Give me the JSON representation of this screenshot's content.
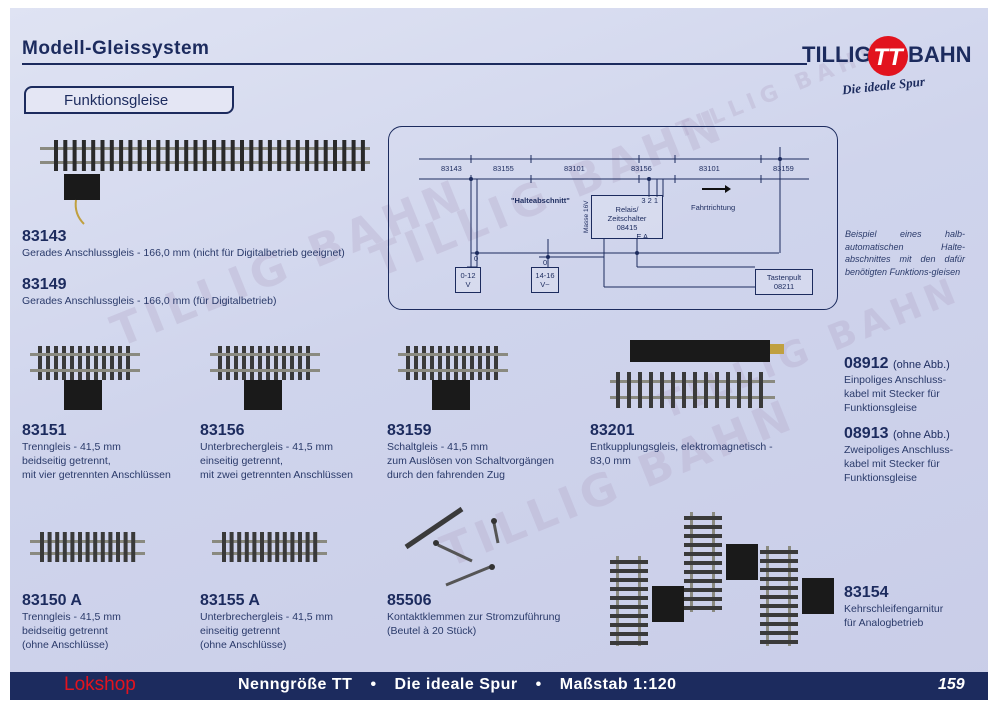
{
  "header": {
    "title": "Modell-Gleissystem",
    "section": "Funktionsgleise"
  },
  "logo": {
    "left_text": "TILLIG",
    "mark": "TT",
    "right_text": "BAHN",
    "slogan": "Die ideale Spur"
  },
  "products": {
    "p83143": {
      "number": "83143",
      "desc": "Gerades Anschlussgleis - 166,0 mm (nicht für Digitalbetrieb geeignet)"
    },
    "p83149": {
      "number": "83149",
      "desc": "Gerades Anschlussgleis - 166,0 mm (für Digitalbetrieb)"
    },
    "p83151": {
      "number": "83151",
      "lines": [
        "Trenngleis - 41,5 mm",
        "beidseitig getrennt,",
        "mit vier getrennten Anschlüssen"
      ]
    },
    "p83156": {
      "number": "83156",
      "lines": [
        "Unterbrechergleis - 41,5 mm",
        "einseitig getrennt,",
        "mit zwei getrennten Anschlüssen"
      ]
    },
    "p83159": {
      "number": "83159",
      "lines": [
        "Schaltgleis - 41,5 mm",
        "zum Auslösen von Schaltvorgängen",
        "durch den fahrenden Zug"
      ]
    },
    "p83201": {
      "number": "83201",
      "lines": [
        "Entkupplungsgleis, elektromagnetisch -",
        "83,0 mm"
      ]
    },
    "p08912": {
      "number": "08912",
      "note": "(ohne Abb.)",
      "lines": [
        "Einpoliges Anschluss-",
        "kabel mit Stecker für",
        "Funktionsgleise"
      ]
    },
    "p08913": {
      "number": "08913",
      "note": "(ohne Abb.)",
      "lines": [
        "Zweipoliges Anschluss-",
        "kabel mit Stecker für",
        "Funktionsgleise"
      ]
    },
    "p83150A": {
      "number": "83150 A",
      "lines": [
        "Trenngleis - 41,5 mm",
        "beidseitig getrennt",
        "(ohne Anschlüsse)"
      ]
    },
    "p83155A": {
      "number": "83155 A",
      "lines": [
        "Unterbrechergleis - 41,5 mm",
        "einseitig getrennt",
        "(ohne Anschlüsse)"
      ]
    },
    "p85506": {
      "number": "85506",
      "lines": [
        "Kontaktklemmen zur Stromzuführung",
        "(Beutel à 20 Stück)"
      ]
    },
    "p83154": {
      "number": "83154",
      "lines": [
        "Kehrschleifengarnitur",
        "für Analogbetrieb"
      ]
    }
  },
  "diagram": {
    "track_labels": [
      "83143",
      "83155",
      "83101",
      "83156",
      "83101",
      "83159"
    ],
    "halteabschnitt": "\"Halteabschnitt\"",
    "relay": {
      "pins": "3 2 1",
      "line1": "Relais/",
      "line2": "Zeitschalter",
      "line3": "08415",
      "pins_bottom": "E A",
      "side": "Masse 16V"
    },
    "direction": "Fahrtrichtung",
    "supply1": {
      "zero": "0",
      "line1": "0-12",
      "line2": "V"
    },
    "supply2": {
      "zero": "0",
      "line1": "14-16",
      "line2": "V~"
    },
    "tastenpult": {
      "line1": "Tastenpult",
      "line2": "08211"
    }
  },
  "sidenote": "Beispiel eines halb-automatischen Halte-abschnittes mit den dafür benötigten Funktions-gleisen",
  "watermark": "TILLIG BAHN",
  "footer": {
    "shop": "Lokshop",
    "nenngroesse": "Nenngröße TT",
    "spur": "Die ideale Spur",
    "massstab": "Maßstab 1:120",
    "dot": "•",
    "page": "159"
  },
  "colors": {
    "navy": "#1c2b5e",
    "red": "#e2131e",
    "background": "#cfd4ec"
  }
}
